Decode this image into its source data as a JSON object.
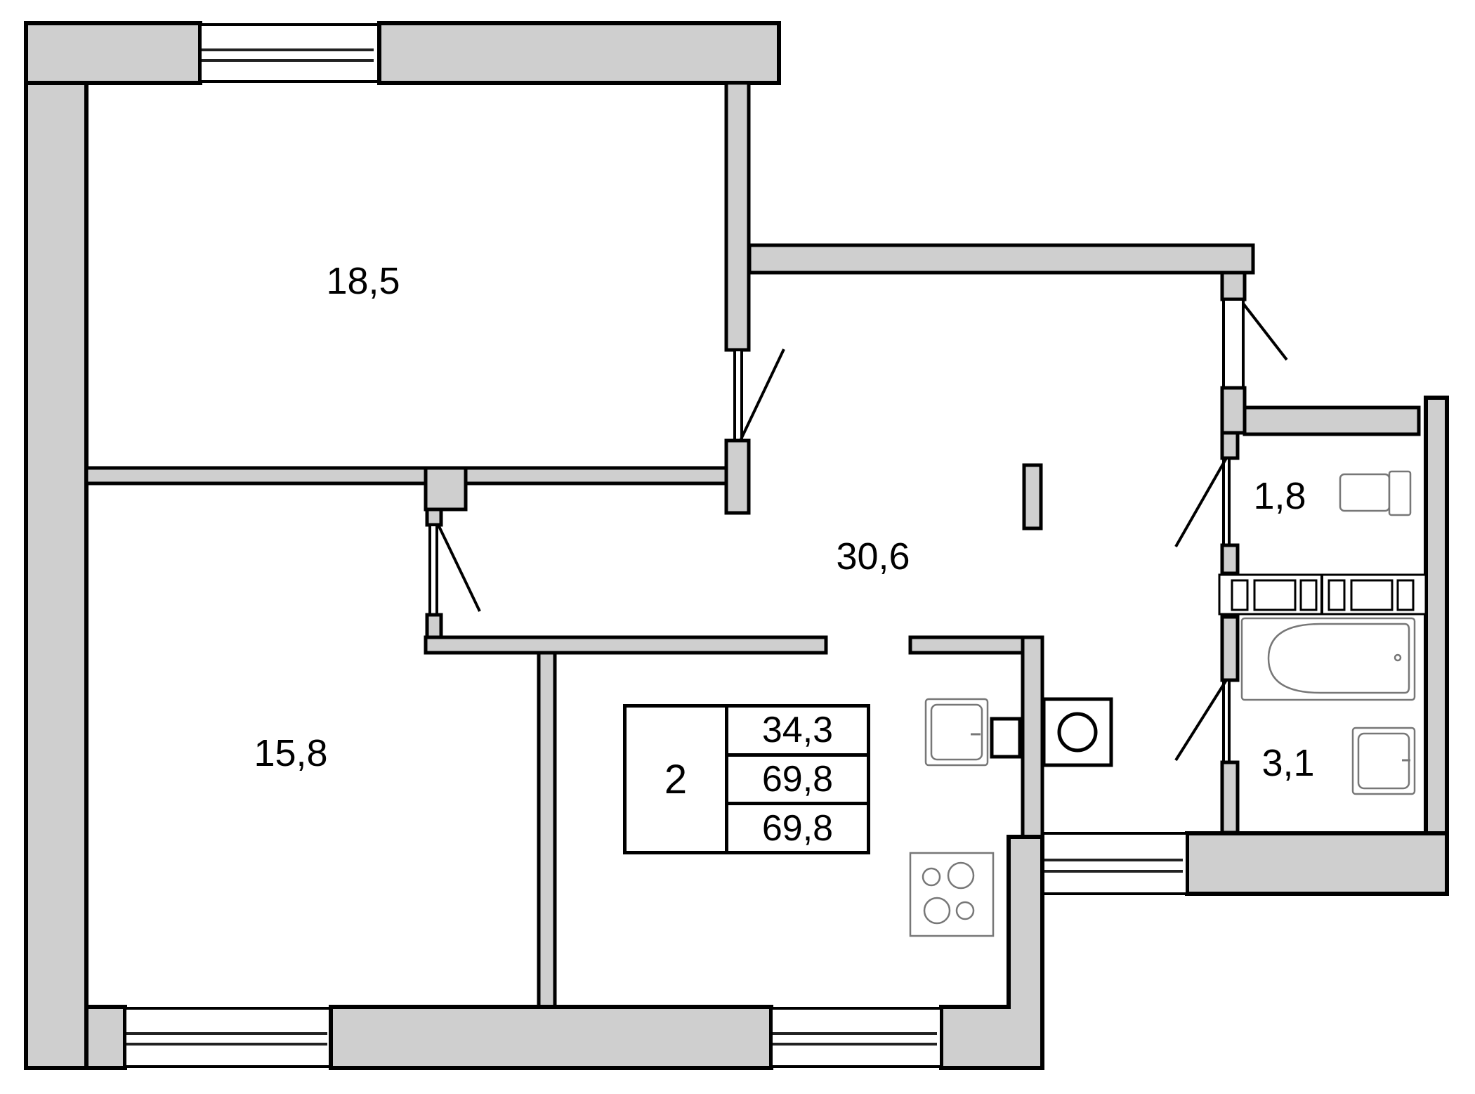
{
  "floor_plan": {
    "type": "apartment-floor-plan",
    "rooms": [
      {
        "id": "bedroom-1",
        "area": "18,5"
      },
      {
        "id": "bedroom-2",
        "area": "15,8"
      },
      {
        "id": "living-kitchen",
        "area": "30,6"
      },
      {
        "id": "toilet",
        "area": "1,8"
      },
      {
        "id": "bathroom",
        "area": "3,1"
      }
    ],
    "legend": {
      "room_count": "2",
      "living_area": "34,3",
      "total_area": "69,8",
      "total_area_with_balcony": "69,8"
    },
    "colors": {
      "wall_fill": "#cfcfcf",
      "line": "#000000",
      "fixture_line": "#777777",
      "background": "#ffffff"
    }
  }
}
